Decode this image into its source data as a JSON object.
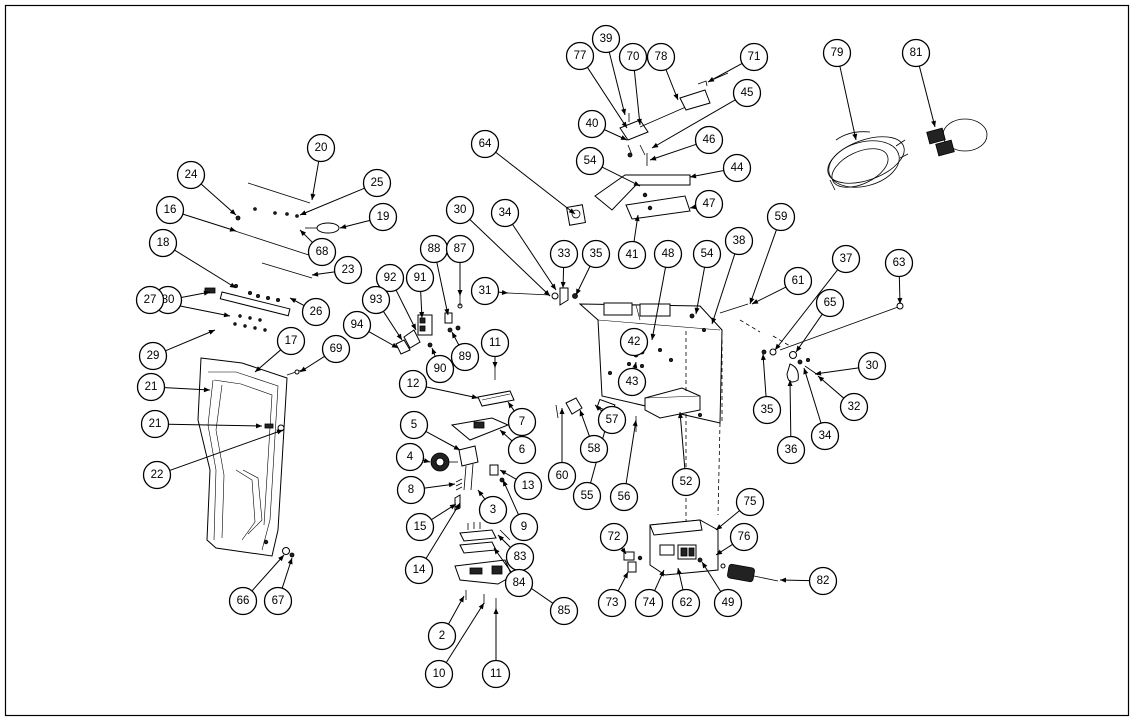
{
  "diagram": {
    "callouts": [
      "20",
      "24",
      "25",
      "16",
      "19",
      "68",
      "23",
      "18",
      "80",
      "26",
      "27",
      "29",
      "17",
      "21",
      "21",
      "22",
      "66",
      "67",
      "69",
      "92",
      "91",
      "88",
      "87",
      "93",
      "94",
      "89",
      "90",
      "11",
      "12",
      "7",
      "6",
      "5",
      "4",
      "8",
      "13",
      "15",
      "14",
      "3",
      "9",
      "83",
      "84",
      "85",
      "2",
      "10",
      "11",
      "30",
      "34",
      "33",
      "35",
      "31",
      "64",
      "77",
      "39",
      "70",
      "78",
      "71",
      "40",
      "45",
      "46",
      "54",
      "44",
      "47",
      "41",
      "48",
      "54",
      "38",
      "59",
      "42",
      "43",
      "57",
      "58",
      "60",
      "55",
      "56",
      "52",
      "61",
      "37",
      "63",
      "65",
      "30",
      "35",
      "32",
      "34",
      "36",
      "72",
      "73",
      "74",
      "75",
      "76",
      "62",
      "49",
      "82",
      "79",
      "81"
    ]
  }
}
